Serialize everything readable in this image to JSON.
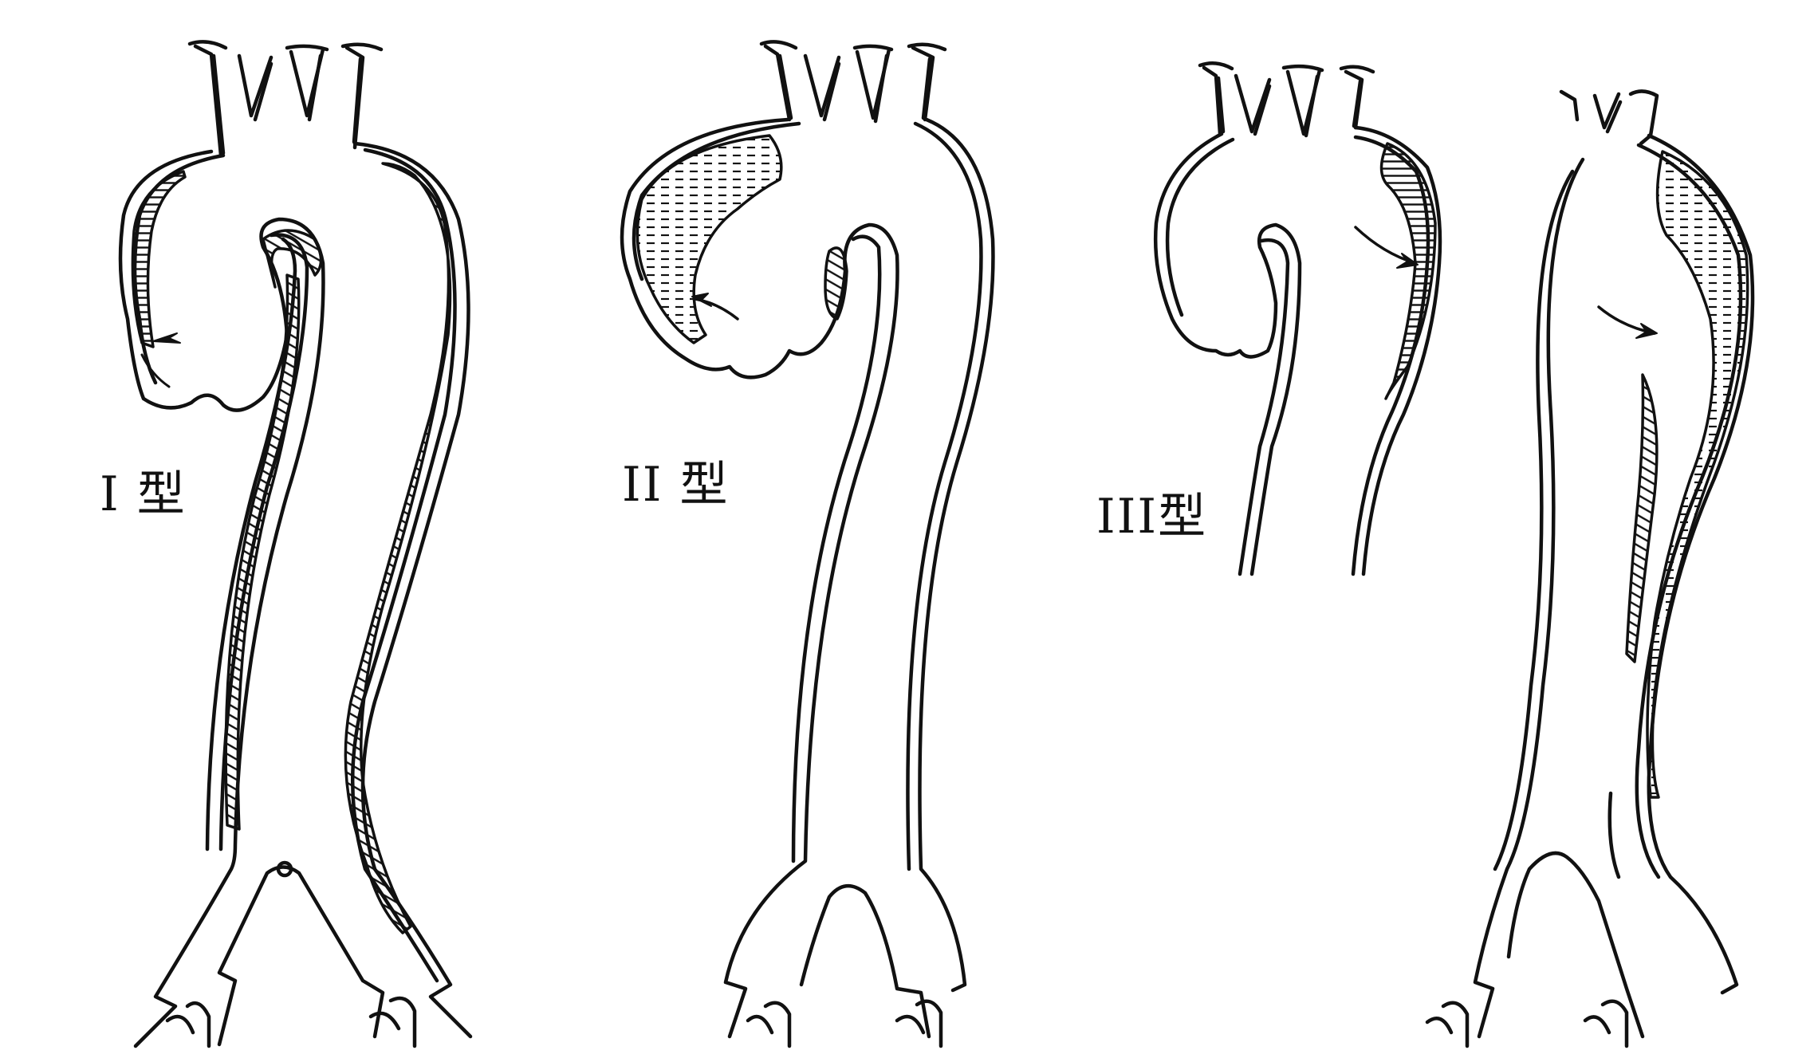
{
  "diagram": {
    "panels": [
      {
        "label": "I 型"
      },
      {
        "label": "II 型"
      },
      {
        "label": "III型"
      }
    ]
  }
}
